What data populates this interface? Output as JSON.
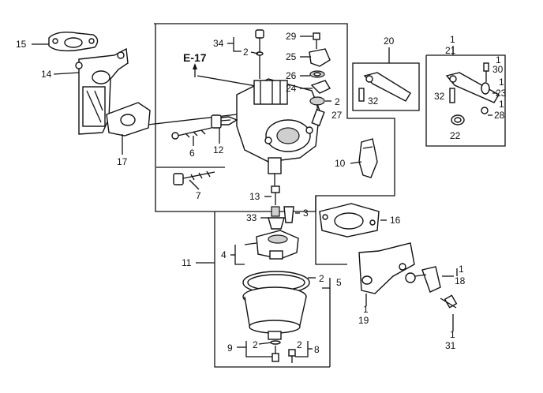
{
  "labels": {
    "p1": "1",
    "p2": "2",
    "p3": "3",
    "p4": "4",
    "p5": "5",
    "p6": "6",
    "p7": "7",
    "p8": "8",
    "p9": "9",
    "p10": "10",
    "p11": "11",
    "p12": "12",
    "p13": "13",
    "p14": "14",
    "p15": "15",
    "p16": "16",
    "p17": "17",
    "p18": "18",
    "p19": "19",
    "p20": "20",
    "p21": "21",
    "p22": "22",
    "p23": "23",
    "p24": "24",
    "p25": "25",
    "p26": "26",
    "p27": "27",
    "p28": "28",
    "p29": "29",
    "p30": "30",
    "p31": "31",
    "p32": "32",
    "p33": "33",
    "p34": "34",
    "ref": "E-17"
  }
}
